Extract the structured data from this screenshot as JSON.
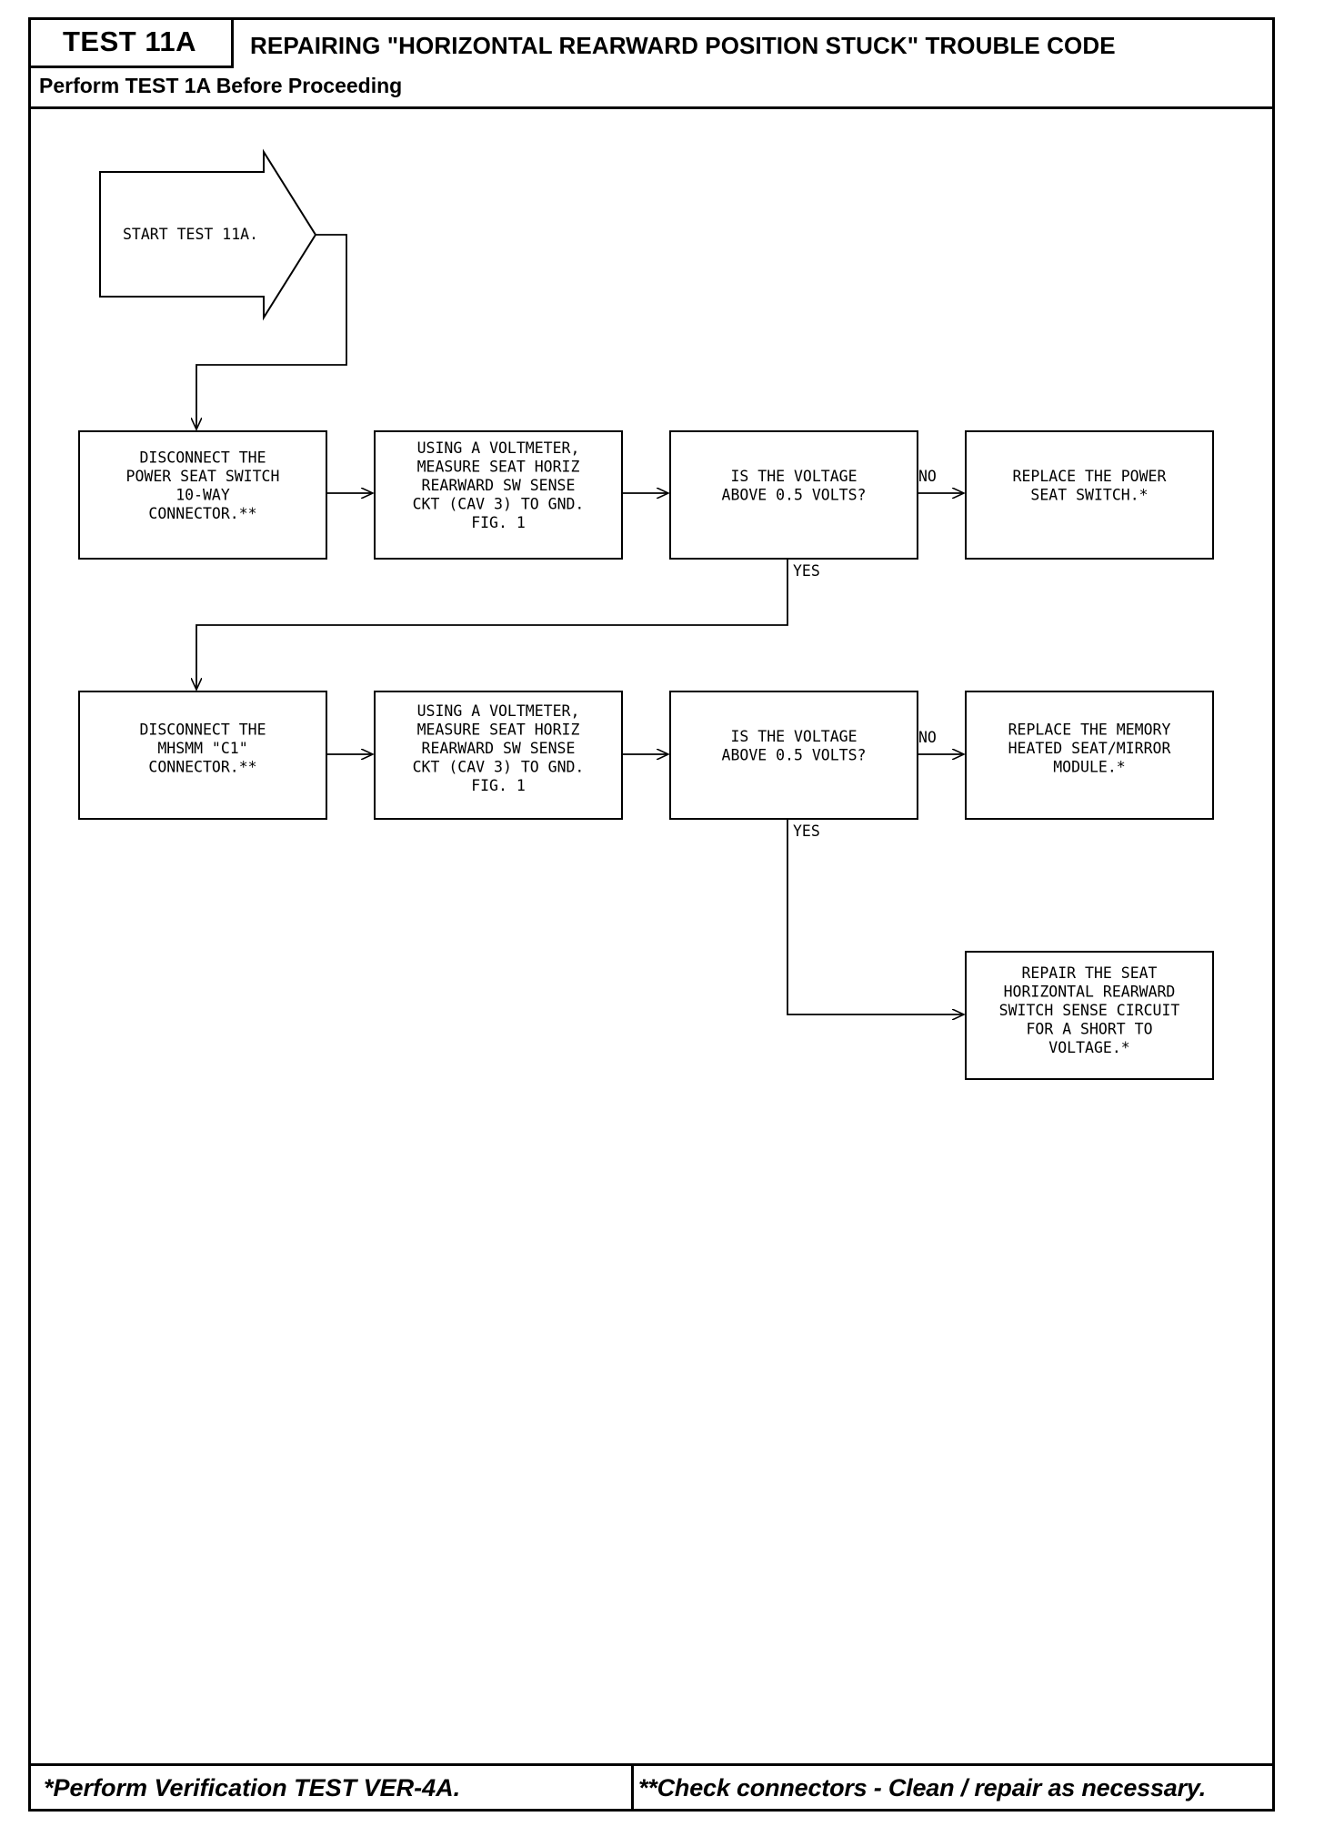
{
  "header": {
    "test_id": "TEST 11A",
    "title": "REPAIRING \"HORIZONTAL REARWARD POSITION STUCK\" TROUBLE CODE",
    "prerequisite": "Perform TEST 1A Before Proceeding"
  },
  "flowchart": {
    "start": {
      "lines": [
        "START TEST 11A."
      ]
    },
    "row1": {
      "step1": {
        "lines": [
          "DISCONNECT THE",
          "POWER SEAT SWITCH",
          "10-WAY",
          "CONNECTOR.**"
        ]
      },
      "step2": {
        "lines": [
          "USING A VOLTMETER,",
          "MEASURE SEAT HORIZ",
          "REARWARD SW SENSE",
          "CKT (CAV 3) TO GND.",
          "FIG. 1"
        ]
      },
      "decision": {
        "lines": [
          "IS THE VOLTAGE",
          "ABOVE 0.5 VOLTS?"
        ]
      },
      "no_label": "NO",
      "yes_label": "YES",
      "no_action": {
        "lines": [
          "REPLACE THE POWER",
          "SEAT SWITCH.*"
        ]
      }
    },
    "row2": {
      "step1": {
        "lines": [
          "DISCONNECT THE",
          "MHSMM \"C1\"",
          "CONNECTOR.**"
        ]
      },
      "step2": {
        "lines": [
          "USING A VOLTMETER,",
          "MEASURE SEAT HORIZ",
          "REARWARD SW SENSE",
          "CKT (CAV 3) TO GND.",
          "FIG. 1"
        ]
      },
      "decision": {
        "lines": [
          "IS THE VOLTAGE",
          "ABOVE 0.5 VOLTS?"
        ]
      },
      "no_label": "NO",
      "yes_label": "YES",
      "no_action": {
        "lines": [
          "REPLACE THE MEMORY",
          "HEATED SEAT/MIRROR",
          "MODULE.*"
        ]
      }
    },
    "final_action": {
      "lines": [
        "REPAIR THE SEAT",
        "HORIZONTAL REARWARD",
        "SWITCH SENSE CIRCUIT",
        "FOR A SHORT TO",
        "VOLTAGE.*"
      ]
    }
  },
  "footer": {
    "left_note": "*Perform Verification TEST VER-4A.",
    "right_note": "**Check connectors - Clean / repair as necessary."
  }
}
